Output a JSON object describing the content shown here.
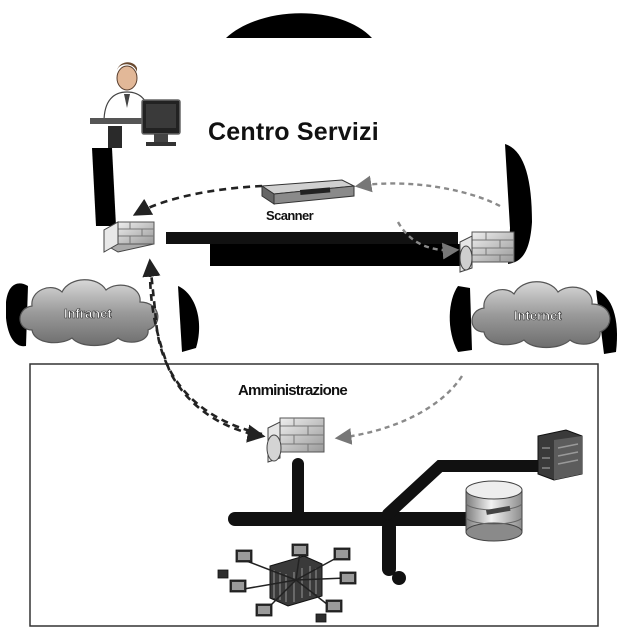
{
  "diagram": {
    "title": "Centro Servizi",
    "scanner_label": "Scanner",
    "intranet_label": "Infranet",
    "internet_label": "Internet",
    "admin_label": "Amministrazione"
  }
}
